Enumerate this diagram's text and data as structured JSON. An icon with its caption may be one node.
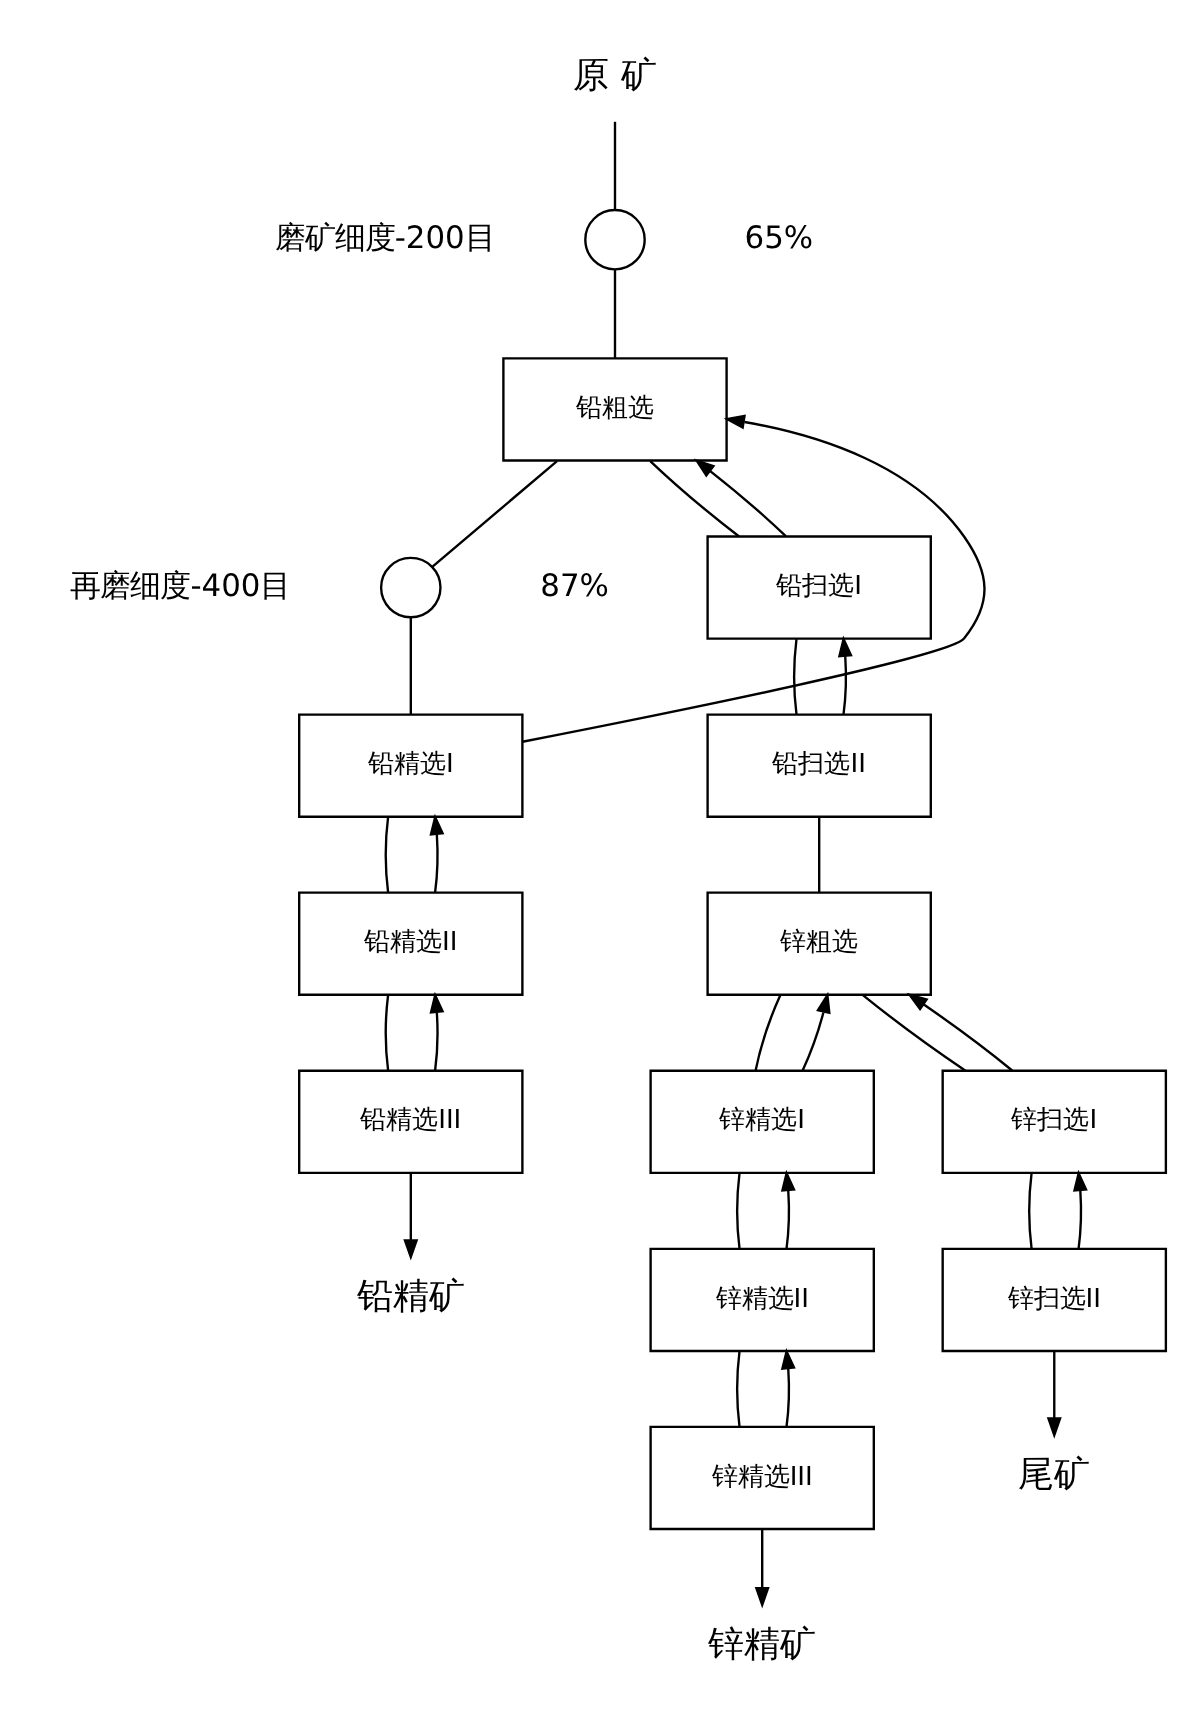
{
  "diagram": {
    "nodes": [
      {
        "text": [
          "原 矿"
        ]
      },
      {
        "text": [],
        "shape": "circle",
        "beside": [
          "磨矿细度-200目",
          "65%"
        ]
      },
      {
        "text": [
          "铅粗选"
        ]
      },
      {
        "text": [],
        "shape": "circle",
        "beside": [
          "再磨细度-400目",
          "87%"
        ]
      },
      {
        "text": [
          "铅精选I"
        ]
      },
      {
        "text": [
          "铅扫选I"
        ]
      },
      {
        "text": [
          "铅精选II"
        ]
      },
      {
        "text": [
          "铅扫选II"
        ]
      },
      {
        "text": [
          "铅精选III"
        ]
      },
      {
        "text": [
          "铅精矿"
        ]
      },
      {
        "text": [
          "锌粗选"
        ]
      },
      {
        "text": [
          "锌精选I"
        ]
      },
      {
        "text": [
          "锌扫选I"
        ]
      },
      {
        "text": [
          "锌精选II"
        ]
      },
      {
        "text": [
          "锌扫选II"
        ]
      },
      {
        "text": [
          "锌精选III"
        ]
      },
      {
        "text": [
          "锌精矿"
        ]
      },
      {
        "text": [
          "尾矿"
        ]
      }
    ],
    "edges": [
      {
        "from": 0,
        "to": 1,
        "arrow": "none"
      },
      {
        "from": 1,
        "to": 2,
        "arrow": "none"
      },
      {
        "from": 2,
        "to": 3,
        "arrow": "none"
      },
      {
        "from": 3,
        "to": 4,
        "arrow": "none"
      },
      {
        "from": 2,
        "to": 5,
        "arrow": "none"
      },
      {
        "from": 4,
        "to": 2,
        "arrow": "to"
      },
      {
        "from": 5,
        "to": 2,
        "arrow": "to"
      },
      {
        "from": 5,
        "to": 7,
        "arrow": "none"
      },
      {
        "from": 7,
        "to": 5,
        "arrow": "to"
      },
      {
        "from": 4,
        "to": 6,
        "arrow": "none"
      },
      {
        "from": 6,
        "to": 4,
        "arrow": "to"
      },
      {
        "from": 6,
        "to": 8,
        "arrow": "none"
      },
      {
        "from": 8,
        "to": 6,
        "arrow": "to"
      },
      {
        "from": 8,
        "to": 9,
        "arrow": "to"
      },
      {
        "from": 7,
        "to": 10,
        "arrow": "none"
      },
      {
        "from": 10,
        "to": 11,
        "arrow": "none"
      },
      {
        "from": 10,
        "to": 12,
        "arrow": "none"
      },
      {
        "from": 11,
        "to": 10,
        "arrow": "to"
      },
      {
        "from": 12,
        "to": 10,
        "arrow": "to"
      },
      {
        "from": 12,
        "to": 14,
        "arrow": "none"
      },
      {
        "from": 14,
        "to": 12,
        "arrow": "to"
      },
      {
        "from": 11,
        "to": 13,
        "arrow": "none"
      },
      {
        "from": 13,
        "to": 11,
        "arrow": "to"
      },
      {
        "from": 13,
        "to": 15,
        "arrow": "none"
      },
      {
        "from": 15,
        "to": 13,
        "arrow": "to"
      },
      {
        "from": 15,
        "to": 16,
        "arrow": "to"
      },
      {
        "from": 14,
        "to": 17,
        "arrow": "to"
      }
    ]
  }
}
